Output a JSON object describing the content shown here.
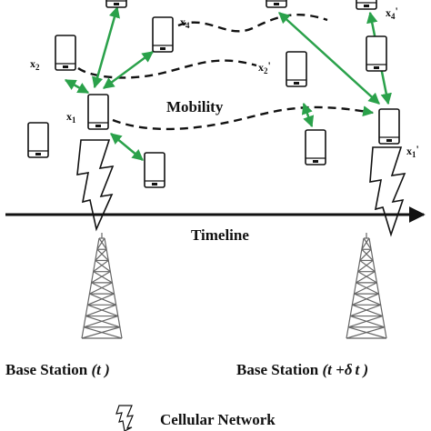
{
  "labels": {
    "x1": "x",
    "x1_sub": "1",
    "x2": "x",
    "x2_sub": "2",
    "x4": "x",
    "x4_sub": "4",
    "x1p": "x",
    "x1p_sub": "1",
    "x2p": "x",
    "x2p_sub": "2",
    "x4p": "x",
    "x4p_sub": "4",
    "prime": "'"
  },
  "mobility": "Mobility",
  "timeline": "Timeline",
  "base_station_left": {
    "prefix": "Base Station ",
    "open": "(",
    "var": "t",
    "close": " )"
  },
  "base_station_right": {
    "prefix": "Base Station ",
    "open": "(",
    "t": "t",
    "plus": " +",
    "delta": "δ",
    "t2": "t",
    "close": " )"
  },
  "legend": {
    "cellular_network": "Cellular Network",
    "icon": "lightning-bolt-icon"
  },
  "colors": {
    "link": "#2aa14a",
    "ink": "#111111",
    "tower": "#666666"
  }
}
